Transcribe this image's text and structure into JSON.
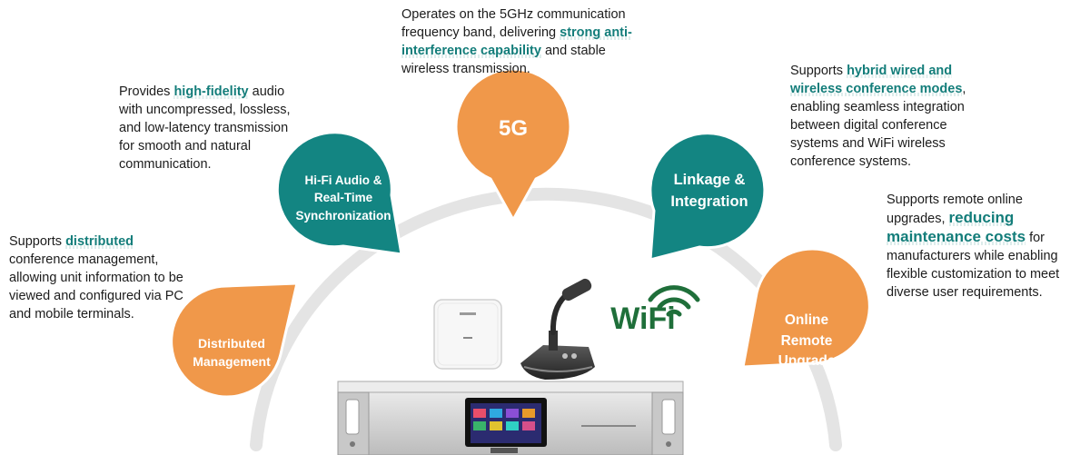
{
  "features": [
    {
      "id": "distributed",
      "title_lines": [
        "Distributed",
        "Management"
      ],
      "color": "#f0984a",
      "description": [
        {
          "text": "Supports "
        },
        {
          "text": "distributed",
          "hl": true
        },
        {
          "text": " conference management, allowing unit information to be viewed and configured via PC and mobile terminals."
        }
      ]
    },
    {
      "id": "hifi",
      "title_lines": [
        "Hi-Fi Audio &",
        "Real-Time",
        "Synchronization"
      ],
      "color": "#138582",
      "description": [
        {
          "text": "Provides "
        },
        {
          "text": "high-fidelity",
          "hl": true
        },
        {
          "text": " audio with uncompressed, lossless, and low-latency transmission for smooth and natural communication."
        }
      ]
    },
    {
      "id": "5g",
      "title_lines": [
        "5G"
      ],
      "color": "#f0984a",
      "description": [
        {
          "text": "Operates on the 5GHz communication frequency band, delivering "
        },
        {
          "text": "strong anti-interference capability",
          "hl": true
        },
        {
          "text": " and stable wireless transmission."
        }
      ]
    },
    {
      "id": "linkage",
      "title_lines": [
        "Linkage &",
        "Integration"
      ],
      "color": "#138582",
      "description": [
        {
          "text": "Supports "
        },
        {
          "text": "hybrid wired and wireless conference modes",
          "hl": true
        },
        {
          "text": ", enabling seamless integration between digital conference systems and WiFi wireless conference systems."
        }
      ]
    },
    {
      "id": "online",
      "title_lines": [
        "Online",
        "Remote",
        "Upgrade"
      ],
      "color": "#f0984a",
      "description": [
        {
          "text": "Supports remote online upgrades, "
        },
        {
          "text": "reducing maintenance costs",
          "hl": true,
          "big": true
        },
        {
          "text": " for manufacturers while enabling flexible customization to meet diverse user requirements."
        }
      ]
    }
  ],
  "wifi_logo": "WiFi",
  "colors": {
    "orange": "#f0984a",
    "teal": "#138582",
    "highlight_text": "#137d7a",
    "arc": "#e4e4e4",
    "wifi_green": "#1f6f3a"
  }
}
